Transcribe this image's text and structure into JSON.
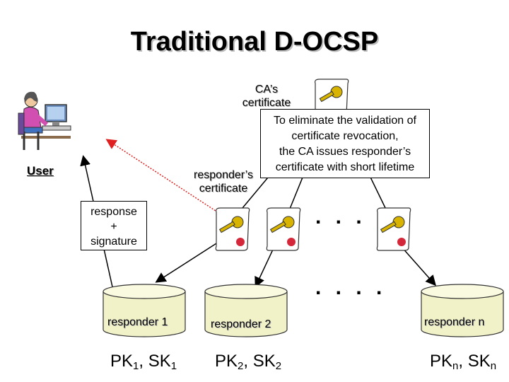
{
  "title": "Traditional D-OCSP",
  "user_label": "User",
  "ca_label": "CA’s certificate",
  "responder_cert_label": "responder’s certificate",
  "callout_lines": [
    "To eliminate the validation of",
    "certificate revocation,",
    "the CA issues responder’s",
    "certificate with short lifetime"
  ],
  "response_box_lines": [
    "response",
    "+",
    "signature"
  ],
  "ellipsis_certs": ". . .",
  "ellipsis_responders": ". . . .",
  "responders": [
    {
      "name": "responder 1",
      "pk": "PK",
      "pk_sub": "1",
      "sk": "SK",
      "sk_sub": "1"
    },
    {
      "name": "responder 2",
      "pk": "PK",
      "pk_sub": "2",
      "sk": "SK",
      "sk_sub": "2"
    },
    {
      "name": "responder n",
      "pk": "PK",
      "pk_sub": "n",
      "sk": "SK",
      "sk_sub": "n"
    }
  ],
  "colors": {
    "arrow_red": "#e02020",
    "cylinder": "#f2f2c8",
    "seal": "#d4283a",
    "key_gold": "#d8b400"
  }
}
